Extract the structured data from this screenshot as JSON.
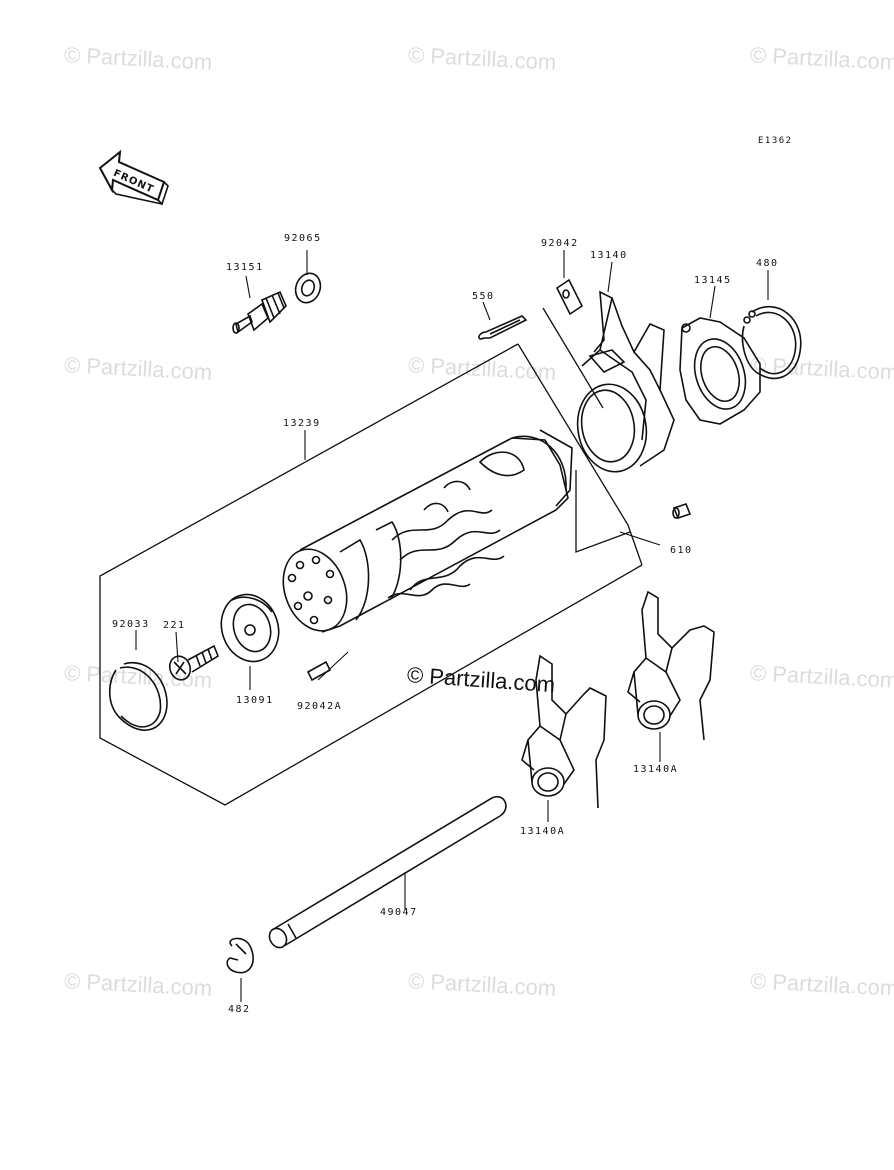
{
  "watermark": "© Partzilla.com",
  "center_watermark": "© Partzilla.com",
  "diagram_code": "E1362",
  "front_label": "FRONT",
  "parts": {
    "p92065": "92065",
    "p13151": "13151",
    "p92042": "92042",
    "p13140": "13140",
    "p13145": "13145",
    "p480": "480",
    "p550": "550",
    "p13239": "13239",
    "p610": "610",
    "p92033": "92033",
    "p221": "221",
    "p13091": "13091",
    "p92042A": "92042A",
    "p13140A_1": "13140A",
    "p13140A_2": "13140A",
    "p49047": "49047",
    "p482": "482"
  }
}
